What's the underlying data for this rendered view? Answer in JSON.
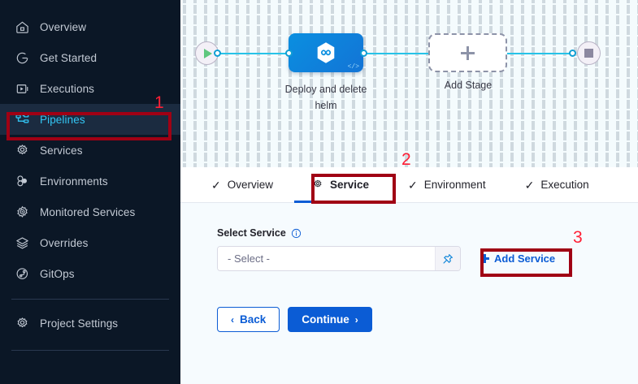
{
  "sidebar": {
    "items": [
      {
        "label": "Overview",
        "icon": "home-icon",
        "active": false
      },
      {
        "label": "Get Started",
        "icon": "get-started-icon",
        "active": false
      },
      {
        "label": "Executions",
        "icon": "executions-icon",
        "active": false
      },
      {
        "label": "Pipelines",
        "icon": "pipelines-icon",
        "active": true
      },
      {
        "label": "Services",
        "icon": "gear-icon",
        "active": false
      },
      {
        "label": "Environments",
        "icon": "environments-icon",
        "active": false
      },
      {
        "label": "Monitored Services",
        "icon": "monitored-gear-icon",
        "active": false
      },
      {
        "label": "Overrides",
        "icon": "layers-icon",
        "active": false
      },
      {
        "label": "GitOps",
        "icon": "gitops-icon",
        "active": false
      }
    ],
    "footer": {
      "label": "Project Settings",
      "icon": "gear-icon"
    },
    "colors": {
      "bg": "#0b1726",
      "active_bg": "#1b2b40",
      "active_text": "#33c5f3",
      "text": "#c3cad4"
    }
  },
  "canvas": {
    "start_node": {
      "name": "start-node",
      "icon": "play-icon"
    },
    "end_node": {
      "name": "end-node",
      "icon": "stop-icon"
    },
    "stage": {
      "label": "Deploy and delete helm",
      "icon": "helm-hexagon-icon",
      "badge": "</>",
      "color": "#0a8fe0"
    },
    "add_stage": {
      "label": "Add Stage",
      "icon": "plus-icon"
    },
    "wire_color": "#27c3e8"
  },
  "tabs": [
    {
      "label": "Overview",
      "icon": "check-icon",
      "selected": false
    },
    {
      "label": "Service",
      "icon": "gear-icon",
      "selected": true
    },
    {
      "label": "Environment",
      "icon": "check-icon",
      "selected": false
    },
    {
      "label": "Execution",
      "icon": "check-icon",
      "selected": false
    }
  ],
  "form": {
    "field_label": "Select Service",
    "info_icon": "info-icon",
    "select_value": "- Select -",
    "pin_icon": "pin-icon",
    "add_service_label": "Add Service",
    "back_label": "Back",
    "continue_label": "Continue",
    "back_chevron": "‹",
    "continue_chevron": "›",
    "accent": "#0b5cd5"
  },
  "annotations": [
    {
      "number": "1",
      "target": "sidebar-item-pipelines"
    },
    {
      "number": "2",
      "target": "tab-service"
    },
    {
      "number": "3",
      "target": "add-service-button"
    }
  ]
}
